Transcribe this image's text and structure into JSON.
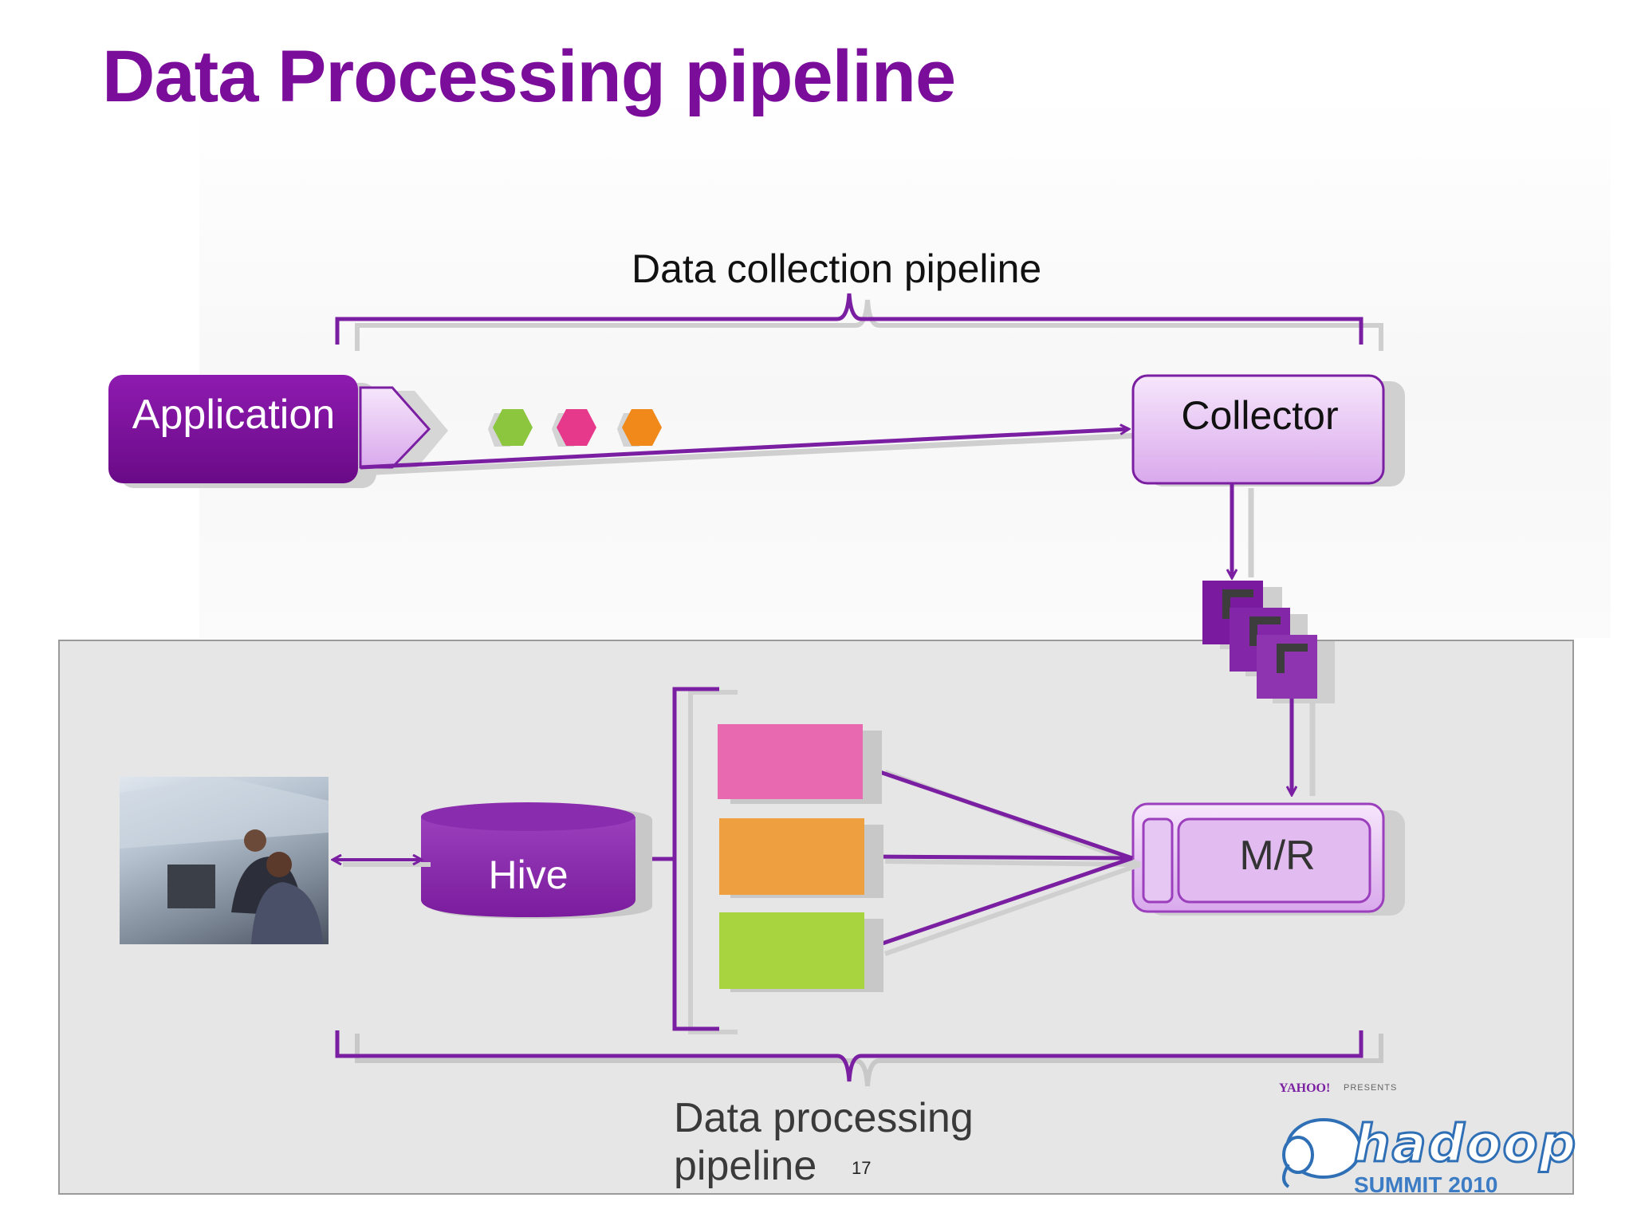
{
  "slide": {
    "title": "Data Processing pipeline",
    "page_number": "17"
  },
  "diagram": {
    "collection_label": "Data collection pipeline",
    "application_label": "Application",
    "collector_label": "Collector",
    "mr_label": "M/R",
    "hive_label": "Hive",
    "processing_label_line1": "Data processing",
    "processing_label_line2": "pipeline",
    "event_colors": [
      "#8cc63f",
      "#e6398c",
      "#f0891a"
    ],
    "table_colors": [
      "#e869b0",
      "#eea040",
      "#a8d440"
    ]
  },
  "branding": {
    "yahoo": "YAHOO!",
    "presents": "PRESENTS",
    "hadoop": "hadoop",
    "summit": "SUMMIT 2010"
  }
}
